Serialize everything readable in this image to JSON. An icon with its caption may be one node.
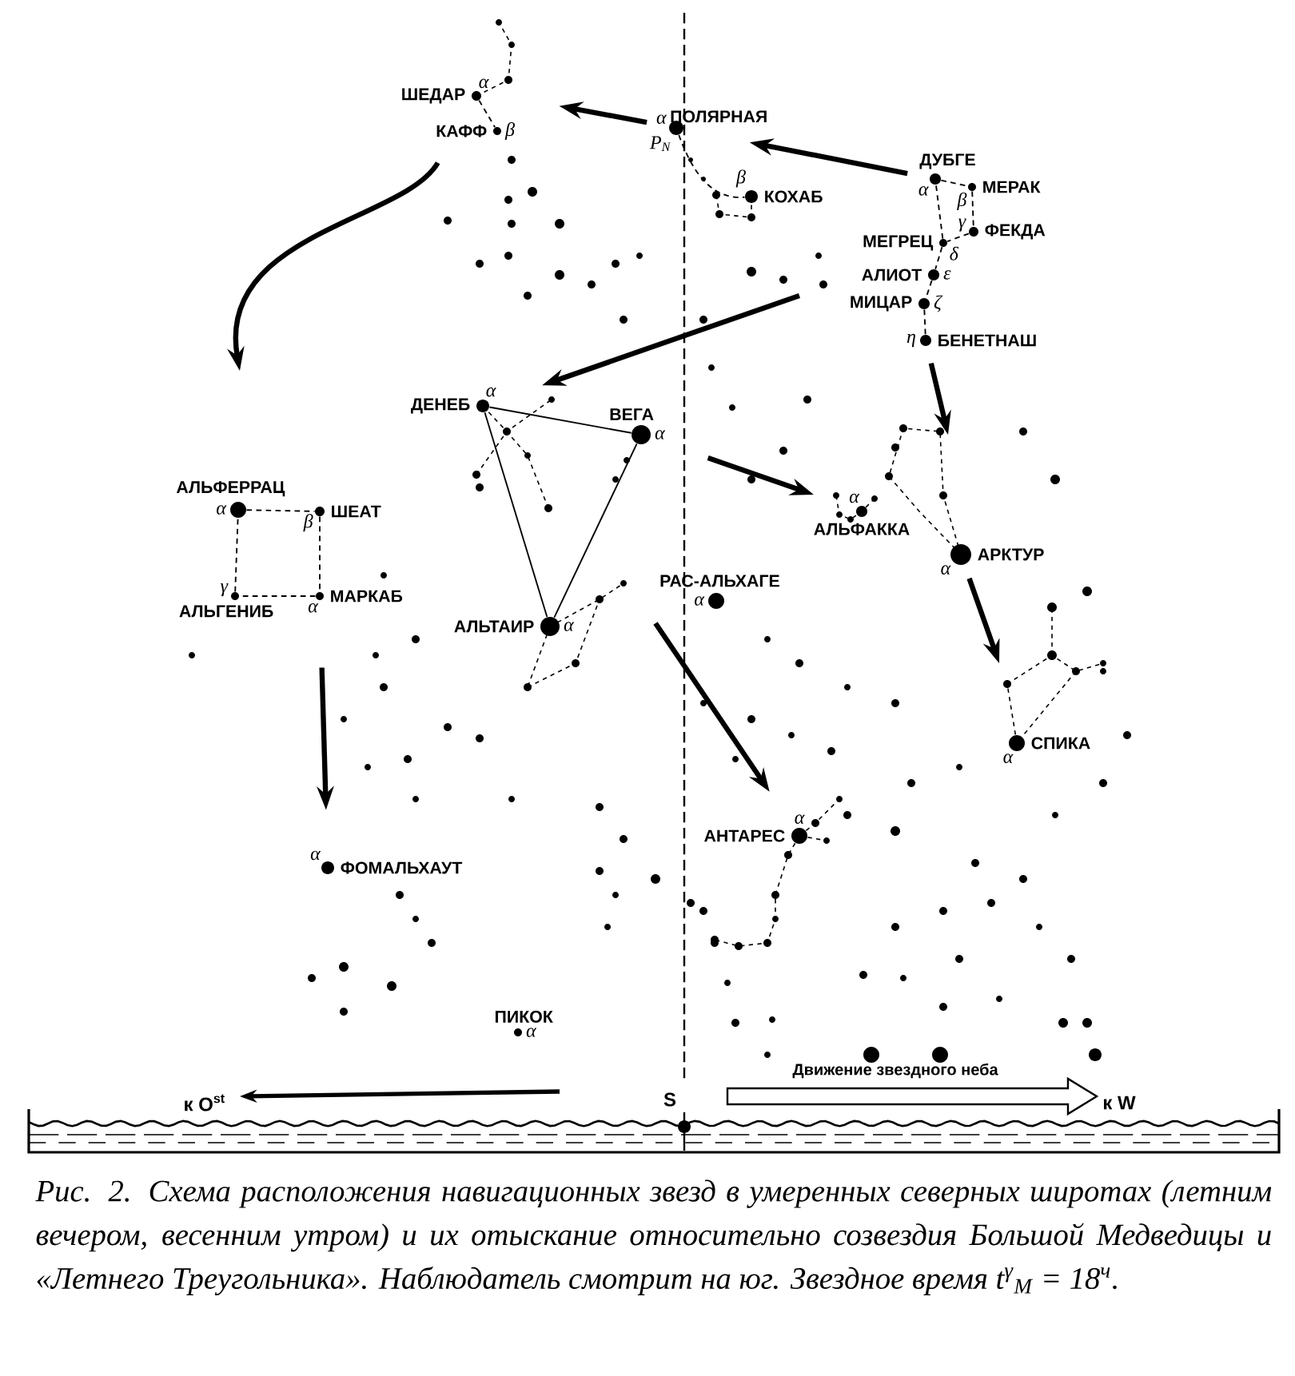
{
  "diagram": {
    "caption": "Рис. 2. Схема расположения навигационных звезд в умеренных северных широтах (летним вечером, весенним утром) и их отыскание относительно созвездия Большой Медведицы и «Летнего Треугольника». Наблюдатель смотрит на юг. Звездное время t$^{γ}$$_{М}$ = 18$^{ч}$.",
    "nodes": [
      {
        "text": [
          "ШЕДАР"
        ],
        "beside": [
          "α"
        ]
      },
      {
        "text": [
          "КАФФ"
        ],
        "beside": [
          "β"
        ]
      },
      {
        "text": [
          "ПОЛЯРНАЯ"
        ],
        "beside": [
          "α",
          "P$_{N}$"
        ]
      },
      {
        "text": [
          "КОХАБ"
        ],
        "beside": [
          "β"
        ]
      },
      {
        "text": [
          "ДУБГЕ"
        ],
        "beside": [
          "α"
        ]
      },
      {
        "text": [
          "МЕРАК"
        ],
        "beside": [
          "β"
        ]
      },
      {
        "text": [
          "ФЕКДА"
        ],
        "beside": [
          "γ"
        ]
      },
      {
        "text": [
          "МЕГРЕЦ"
        ],
        "beside": [
          "δ"
        ]
      },
      {
        "text": [
          "АЛИОТ"
        ],
        "beside": [
          "ε"
        ]
      },
      {
        "text": [
          "МИЦАР"
        ],
        "beside": [
          "ζ"
        ]
      },
      {
        "text": [
          "БЕНЕТНАШ"
        ],
        "beside": [
          "η"
        ]
      },
      {
        "text": [
          "ДЕНЕБ"
        ],
        "beside": [
          "α"
        ]
      },
      {
        "text": [
          "ВЕГА"
        ],
        "beside": [
          "α"
        ]
      },
      {
        "text": [
          "АЛЬФЕРРАЦ"
        ],
        "beside": [
          "α"
        ]
      },
      {
        "text": [
          "ШЕАТ"
        ],
        "beside": [
          "β"
        ]
      },
      {
        "text": [
          "АЛЬГЕНИБ"
        ],
        "beside": [
          "γ"
        ]
      },
      {
        "text": [
          "МАРКАБ"
        ],
        "beside": [
          "α"
        ]
      },
      {
        "text": [
          "АЛЬТАИР"
        ],
        "beside": [
          "α"
        ]
      },
      {
        "text": [
          "АЛЬФАККА"
        ],
        "beside": [
          "α"
        ]
      },
      {
        "text": [
          "АРКТУР"
        ],
        "beside": [
          "α"
        ]
      },
      {
        "text": [
          "РАС-АЛЬХАГЕ"
        ],
        "beside": [
          "α"
        ]
      },
      {
        "text": [
          "СПИКА"
        ],
        "beside": [
          "α"
        ]
      },
      {
        "text": [
          "ФОМАЛЬХАУТ"
        ],
        "beside": [
          "α"
        ]
      },
      {
        "text": [
          "АНТАРЕС"
        ],
        "beside": [
          "α"
        ]
      },
      {
        "text": [
          "ПИКОК"
        ],
        "beside": [
          "α"
        ]
      }
    ],
    "edges": [
      {
        "from": 4,
        "to": 2,
        "arrow": "to",
        "style": "thick"
      },
      {
        "from": 2,
        "to": null,
        "arrow": "to",
        "style": "thick"
      },
      {
        "from": null,
        "to": 11,
        "arrow": "to",
        "style": "thick"
      },
      {
        "from": 0,
        "to": null,
        "arrow": "to",
        "style": "thick"
      },
      {
        "from": 16,
        "to": 22,
        "arrow": "to",
        "style": "thick"
      },
      {
        "from": 12,
        "to": 18,
        "arrow": "to",
        "style": "thick"
      },
      {
        "from": 10,
        "to": null,
        "arrow": "to",
        "style": "thick"
      },
      {
        "from": 19,
        "to": null,
        "arrow": "to",
        "style": "thick"
      },
      {
        "from": null,
        "to": 23,
        "arrow": "to",
        "style": "thick"
      },
      {
        "from": 11,
        "to": 12,
        "arrow": "none"
      },
      {
        "from": 12,
        "to": 17,
        "arrow": "none"
      },
      {
        "from": 11,
        "to": 17,
        "arrow": "none"
      },
      {
        "from": 0,
        "to": 1,
        "arrow": "none",
        "style": "dashed"
      },
      {
        "from": 4,
        "to": 5,
        "arrow": "none",
        "style": "dashed"
      },
      {
        "from": 5,
        "to": 6,
        "arrow": "none",
        "style": "dashed"
      },
      {
        "from": 6,
        "to": 7,
        "arrow": "none",
        "style": "dashed"
      },
      {
        "from": 7,
        "to": 4,
        "arrow": "none",
        "style": "dashed"
      },
      {
        "from": 7,
        "to": 8,
        "arrow": "none",
        "style": "dashed"
      },
      {
        "from": 8,
        "to": 9,
        "arrow": "none",
        "style": "dashed"
      },
      {
        "from": 9,
        "to": 10,
        "arrow": "none",
        "style": "dashed"
      },
      {
        "from": 13,
        "to": 14,
        "arrow": "none",
        "style": "dashed"
      },
      {
        "from": 14,
        "to": 16,
        "arrow": "none",
        "style": "dashed"
      },
      {
        "from": 16,
        "to": 15,
        "arrow": "none",
        "style": "dashed"
      },
      {
        "from": 15,
        "to": 13,
        "arrow": "none",
        "style": "dashed"
      },
      {
        "from": 2,
        "to": 3,
        "arrow": "none",
        "style": "dashed"
      }
    ],
    "labels": [
      "к O$^{st}$",
      "S",
      "Движение звездного неба",
      "к W"
    ]
  }
}
